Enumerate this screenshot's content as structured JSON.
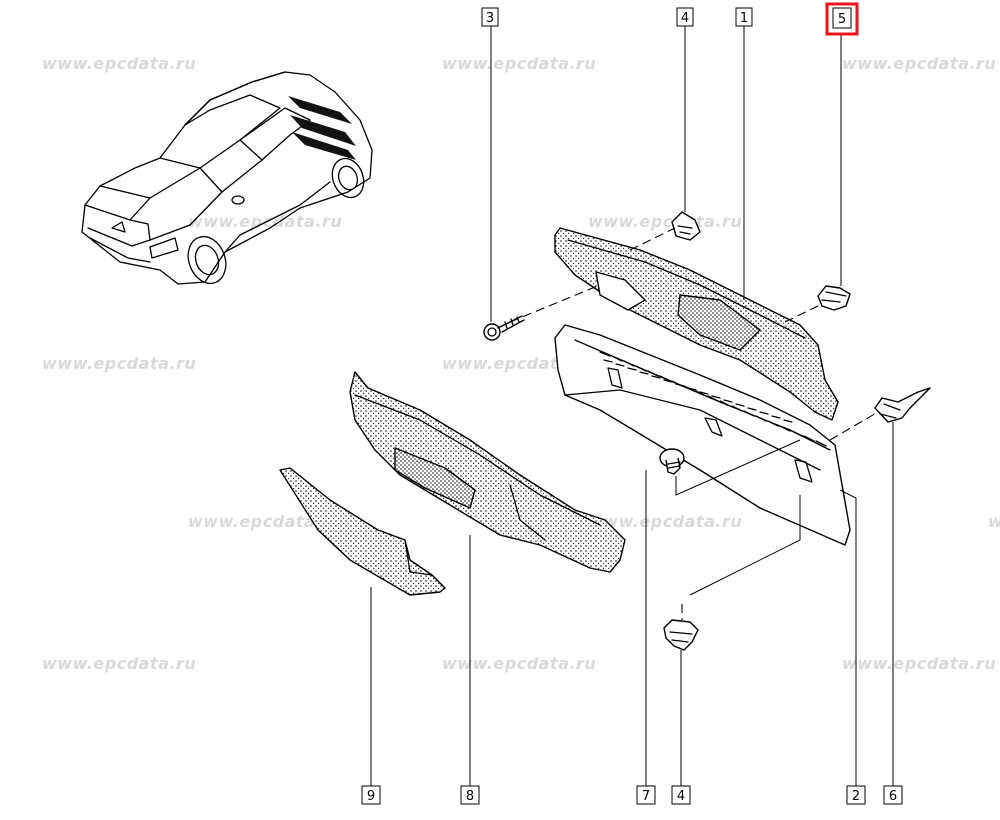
{
  "watermarks": [
    "www.epcdata.ru",
    "www.epcdata.ru",
    "www.epcdata.ru",
    "www.epcdata.ru",
    "www.epcdata.ru",
    "www.epcdata.ru",
    "www.epcdata.ru",
    "www.epcdata.ru",
    "www.epcdata.ru",
    "www.epcdata.ru",
    "www.epcdata.ru",
    "www.epcdata.ru",
    "www.epcdata.ru"
  ],
  "callouts": {
    "top": [
      "3",
      "4",
      "1",
      "5"
    ],
    "bottom": [
      "9",
      "8",
      "7",
      "4",
      "2",
      "6"
    ],
    "highlighted": "5"
  },
  "colors": {
    "highlight": "#e8141b",
    "watermark": "#d9d9d9",
    "line": "#000000"
  }
}
